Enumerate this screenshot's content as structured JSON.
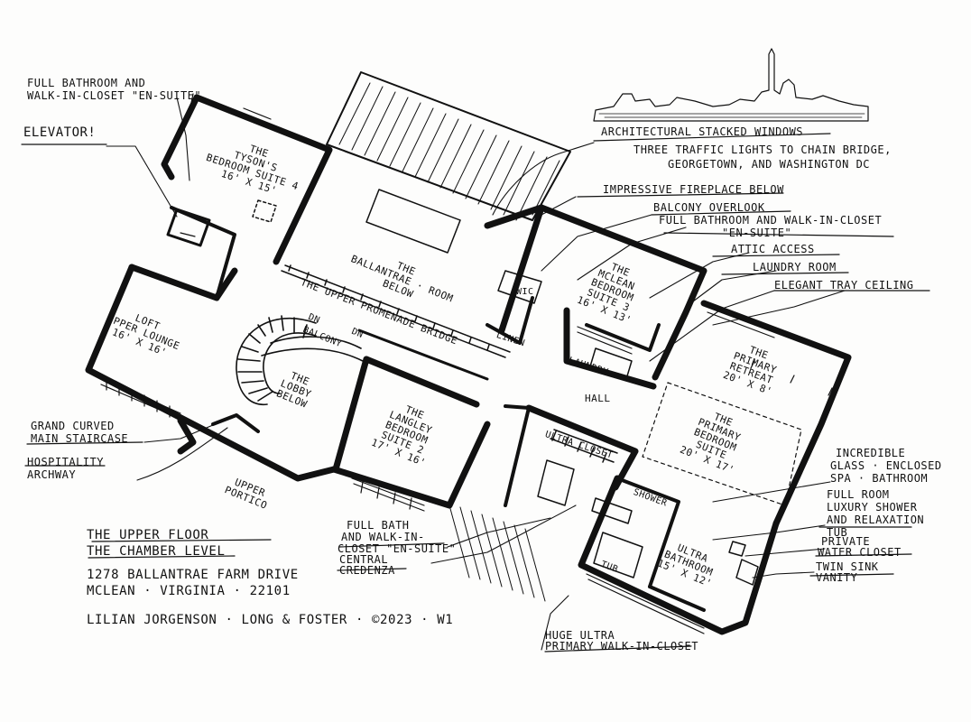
{
  "title_block": {
    "floor": "The Upper Floor",
    "level": "The Chamber Level",
    "address_line1": "1278 Ballantrae Farm Drive",
    "address_line2": "McLean · Virginia · 22101",
    "credit": "Lilian Jorgenson · Long & Foster · ©2023 · W1"
  },
  "callouts": {
    "full_bath_tl_1": "Full Bathroom and",
    "full_bath_tl_2": "Walk-in-Closet \"En-Suite\"",
    "elevator": "Elevator!",
    "arch_windows": "Architectural Stacked Windows",
    "traffic_1": "Three Traffic Lights to Chain Bridge,",
    "traffic_2": "Georgetown, and Washington DC",
    "fireplace": "Impressive Fireplace Below",
    "balcony": "Balcony Overlook",
    "full_bath_tr_1": "Full Bathroom and Walk-in-Closet",
    "full_bath_tr_2": "\"En-Suite\"",
    "attic": "Attic Access",
    "laundry_room": "Laundry Room",
    "tray": "Elegant Tray Ceiling",
    "staircase_1": "Grand Curved",
    "staircase_2": "Main Staircase",
    "hospitality_1": "Hospitality",
    "hospitality_2": "Archway",
    "spa_1": "Incredible",
    "spa_2": "Glass · Enclosed",
    "spa_3": "Spa · Bathroom",
    "shower_1": "Full Room",
    "shower_2": "Luxury Shower",
    "shower_3": "and Relaxation",
    "shower_4": "Tub",
    "water_closet_1": "Private",
    "water_closet_2": "Water Closet",
    "vanity_1": "Twin Sink",
    "vanity_2": "Vanity",
    "full_bath_mid_1": "Full Bath",
    "full_bath_mid_2": "and Walk-in-",
    "full_bath_mid_3": "Closet \"En-Suite\"",
    "credenza_1": "Central",
    "credenza_2": "Credenza",
    "walk_in_1": "Huge Ultra",
    "walk_in_2": "Primary Walk-in-Closet"
  },
  "rooms": {
    "tysons": "The\nTyson's\nBedroom Suite 4\n16' x 15'",
    "ballantrae": "The\nBallantrae · Room\nBelow",
    "promenade": "The Upper Promenade Bridge",
    "mclean": "The\nMcLean\nBedroom\nSuite 3\n16' x 13'",
    "wic": "WIC",
    "linen": "Linen",
    "laundry": "Laundry",
    "loft": "Loft\nUpper Lounge\n16' x 16'",
    "dn1": "DN",
    "dn2": "DN",
    "balcony": "Balcony",
    "lobby": "The\nLobby\nBelow",
    "langley": "The\nLangley\nBedroom\nSuite 2\n17' x 16'",
    "hall": "Hall",
    "primary_retreat": "The\nPrimary\nRetreat\n20' x 8'",
    "primary_bedroom": "The\nPrimary\nBedroom\nSuite\n20' x 17'",
    "ultra_closet": "Ultra Closet",
    "shower": "Shower",
    "tub": "Tub",
    "ultra_bath": "Ultra\nBathroom\n15' x 12'",
    "upper_portico": "Upper\nPortico"
  },
  "colors": {
    "ink": "#111111",
    "paper": "#fdfdfc"
  }
}
